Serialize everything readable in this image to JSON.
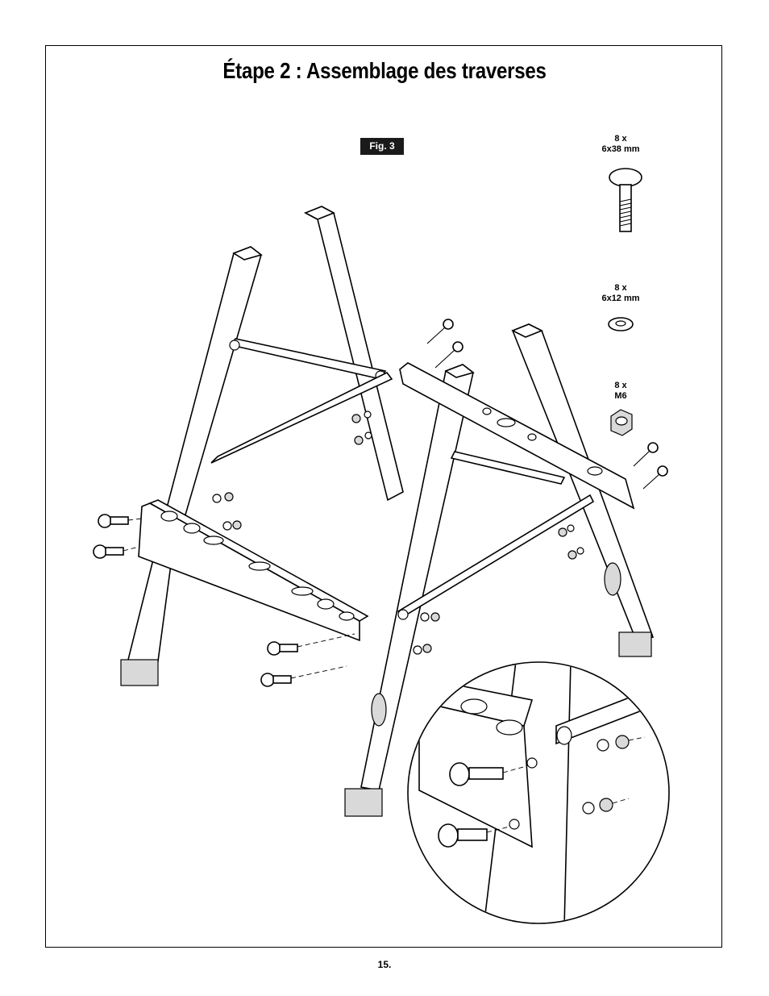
{
  "title": "Étape 2 : Assemblage des traverses",
  "figure_label": "Fig. 3",
  "hardware": [
    {
      "qty": "8 x",
      "size": "6x38 mm",
      "icon": "carriage-bolt-icon"
    },
    {
      "qty": "8 x",
      "size": "6x12 mm",
      "icon": "washer-icon"
    },
    {
      "qty": "8 x",
      "size": "M6",
      "icon": "hex-nut-icon"
    }
  ],
  "page_number": "15."
}
